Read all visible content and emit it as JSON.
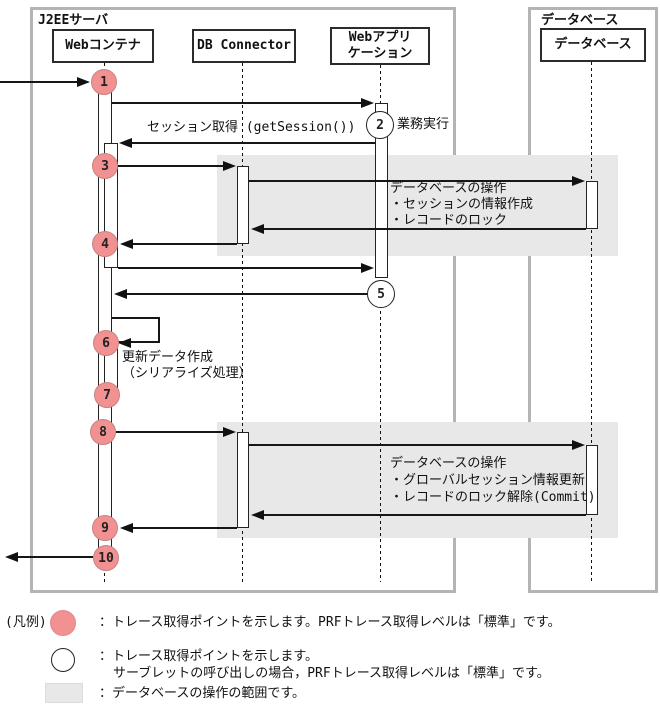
{
  "figure": {
    "frames": {
      "j2ee": "J2EEサーバ",
      "database": "データベース"
    },
    "actors": {
      "web_container": "Webコンテナ",
      "db_connector": "DB Connector",
      "web_app_line1": "Webアプリ",
      "web_app_line2": "ケーション",
      "database": "データベース"
    },
    "trace_points": [
      "1",
      "2",
      "3",
      "4",
      "5",
      "6",
      "7",
      "8",
      "9",
      "10"
    ],
    "messages": {
      "session_get": "セッション取得 (getSession())",
      "business_exec": "業務実行",
      "update_data_line1": "更新データ作成",
      "update_data_line2": "（シリアライズ処理）"
    },
    "db_operation_1": {
      "title": "データベースの操作",
      "item1": "・セッションの情報作成",
      "item2": "・レコードのロック"
    },
    "db_operation_2": {
      "title": "データベースの操作",
      "item1": "・グローバルセッション情報更新",
      "item2": "・レコードのロック解除(Commit)"
    }
  },
  "legend": {
    "heading": "(凡例)",
    "red_point_desc": "：トレース取得ポイントを示します。PRFトレース取得レベルは「標準」です。",
    "white_point_desc_line1": "：トレース取得ポイントを示します。",
    "white_point_desc_line2": "サーブレットの呼び出しの場合，PRFトレース取得レベルは「標準」です。",
    "region_desc": "：データベースの操作の範囲です。"
  },
  "colors": {
    "trace_point_fill": "#f19191",
    "db_region_fill": "#e8e8e8",
    "frame_border": "#b4b4b4"
  }
}
